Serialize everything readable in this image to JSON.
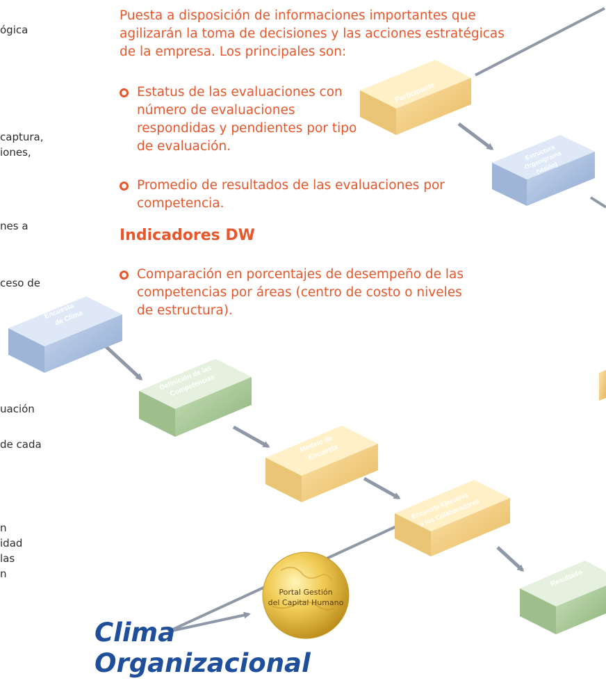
{
  "left_fragments": [
    "ógica",
    "captura,",
    "iones,",
    "nes a",
    "ceso de",
    "uación",
    "de cada",
    "n",
    "idad",
    "las",
    "n"
  ],
  "intro": "Puesta a disposición de informaciones importantes que agilizarán la toma de decisiones y las acciones estratégicas de la empresa. Los principales son:",
  "bullets": [
    "Estatus de las evaluaciones con número de evaluaciones respondidas y pendientes por tipo de evaluación.",
    "Promedio de resultados de las evaluaciones por competencia."
  ],
  "dw_heading": "Indicadores DW",
  "dw_bullets": [
    "Comparación en porcentajes de desempeño de las competencias por áreas (centro de costo o niveles de estructura)."
  ],
  "boxes": {
    "participante": "Participante",
    "estructura_1": "Estructura",
    "estructura_2": "Organigrama",
    "estructura_3": "(visión)",
    "encuesta_clima_1": "Encuesta",
    "encuesta_clima_2": "de Clima",
    "definicion_1": "Definición de las",
    "definicion_2": "Competencias",
    "modelo_1": "Modelo de",
    "modelo_2": "Encuesta",
    "ejecutiva_1": "Encuesta Ejecutiva",
    "ejecutiva_2": "a los Colaboradores",
    "resultado": "Resultado"
  },
  "globe_1": "Portal Gestión",
  "globe_2": "del Capital Humano",
  "title_1": "Clima",
  "title_2": "Organizacional",
  "colors": {
    "orange_text": "#e8562b",
    "title_blue": "#1f4f9a",
    "blue_box": "#a9bfdf",
    "yellow_box": "#f6d48c",
    "green_box": "#a9c99a",
    "arrow": "#8e98a6"
  }
}
